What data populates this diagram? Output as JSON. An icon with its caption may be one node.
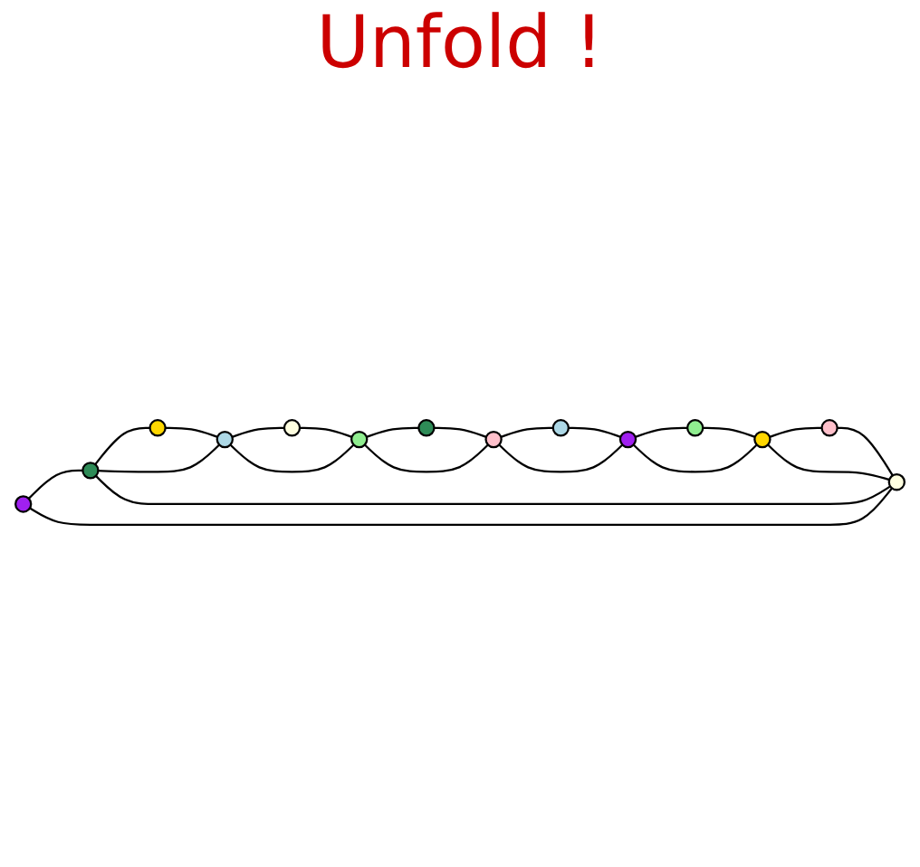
{
  "diagram": {
    "nodes": [
      {
        "text": [],
        "shape": "circle"
      },
      {
        "text": [],
        "shape": "circle"
      },
      {
        "text": [],
        "shape": "circle"
      },
      {
        "text": [],
        "shape": "circle"
      },
      {
        "text": [],
        "shape": "circle"
      },
      {
        "text": [],
        "shape": "circle"
      },
      {
        "text": [],
        "shape": "circle"
      },
      {
        "text": [],
        "shape": "circle"
      },
      {
        "text": [],
        "shape": "circle"
      },
      {
        "text": [],
        "shape": "circle"
      },
      {
        "text": [],
        "shape": "circle"
      },
      {
        "text": [],
        "shape": "circle"
      },
      {
        "text": [],
        "shape": "circle"
      },
      {
        "text": [],
        "shape": "circle"
      }
    ],
    "edges": [
      {
        "from": 0,
        "to": 1,
        "arrow": "none"
      },
      {
        "from": 1,
        "to": 2,
        "arrow": "none"
      },
      {
        "from": 2,
        "to": 3,
        "arrow": "none"
      },
      {
        "from": 3,
        "to": 4,
        "arrow": "none"
      },
      {
        "from": 4,
        "to": 5,
        "arrow": "none"
      },
      {
        "from": 5,
        "to": 6,
        "arrow": "none"
      },
      {
        "from": 6,
        "to": 7,
        "arrow": "none"
      },
      {
        "from": 7,
        "to": 8,
        "arrow": "none"
      },
      {
        "from": 8,
        "to": 9,
        "arrow": "none"
      },
      {
        "from": 9,
        "to": 10,
        "arrow": "none"
      },
      {
        "from": 10,
        "to": 11,
        "arrow": "none"
      },
      {
        "from": 11,
        "to": 12,
        "arrow": "none"
      },
      {
        "from": 12,
        "to": 13,
        "arrow": "none"
      },
      {
        "from": 13,
        "to": 0,
        "arrow": "none"
      },
      {
        "from": 13,
        "to": 1,
        "arrow": "none"
      },
      {
        "from": 1,
        "to": 3,
        "arrow": "none"
      },
      {
        "from": 3,
        "to": 5,
        "arrow": "none"
      },
      {
        "from": 5,
        "to": 7,
        "arrow": "none"
      },
      {
        "from": 7,
        "to": 9,
        "arrow": "none"
      },
      {
        "from": 9,
        "to": 11,
        "arrow": "none"
      },
      {
        "from": 11,
        "to": 13,
        "arrow": "none"
      }
    ],
    "labels": [
      "Unfold !"
    ]
  }
}
